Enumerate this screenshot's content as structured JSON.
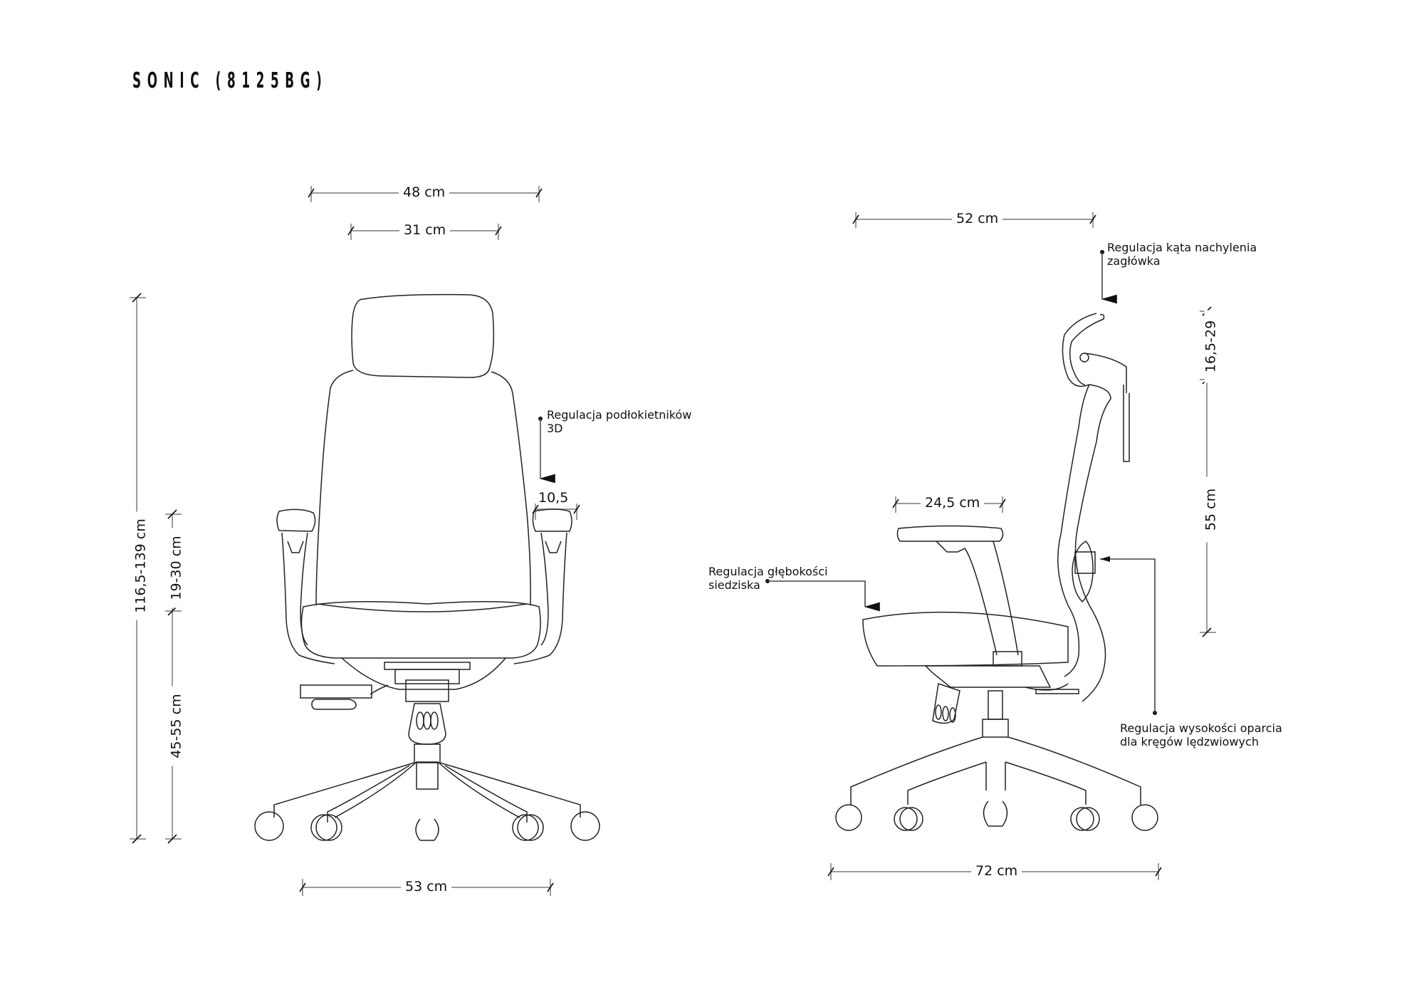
{
  "title": "SONIC (8125BG)",
  "front_view": {
    "dimensions": {
      "overall_width": "48 cm",
      "backrest_width": "31 cm",
      "armrest_width": "10,5",
      "base_width": "53 cm",
      "total_height": "116,5-139 cm",
      "armrest_height": "19-30 cm",
      "seat_height": "45-55 cm"
    },
    "annotations": {
      "armrest_3d": [
        "Regulacja podłokietników",
        "3D"
      ]
    }
  },
  "side_view": {
    "dimensions": {
      "top_depth": "52 cm",
      "armrest_length": "24,5 cm",
      "base_depth": "72 cm",
      "headrest_height": "16,5-29",
      "backrest_height": "55 cm"
    },
    "annotations": {
      "headrest_tilt": [
        "Regulacja kąta nachylenia",
        "zagłówka"
      ],
      "seat_depth": [
        "Regulacja głębokości",
        "siedziska"
      ],
      "lumbar_height": [
        "Regulacja wysokości oparcia",
        "dla kręgów lędzwiowych"
      ]
    }
  },
  "colors": {
    "line": "#222222",
    "dim_line": "#9a9a9a",
    "background": "#ffffff"
  }
}
